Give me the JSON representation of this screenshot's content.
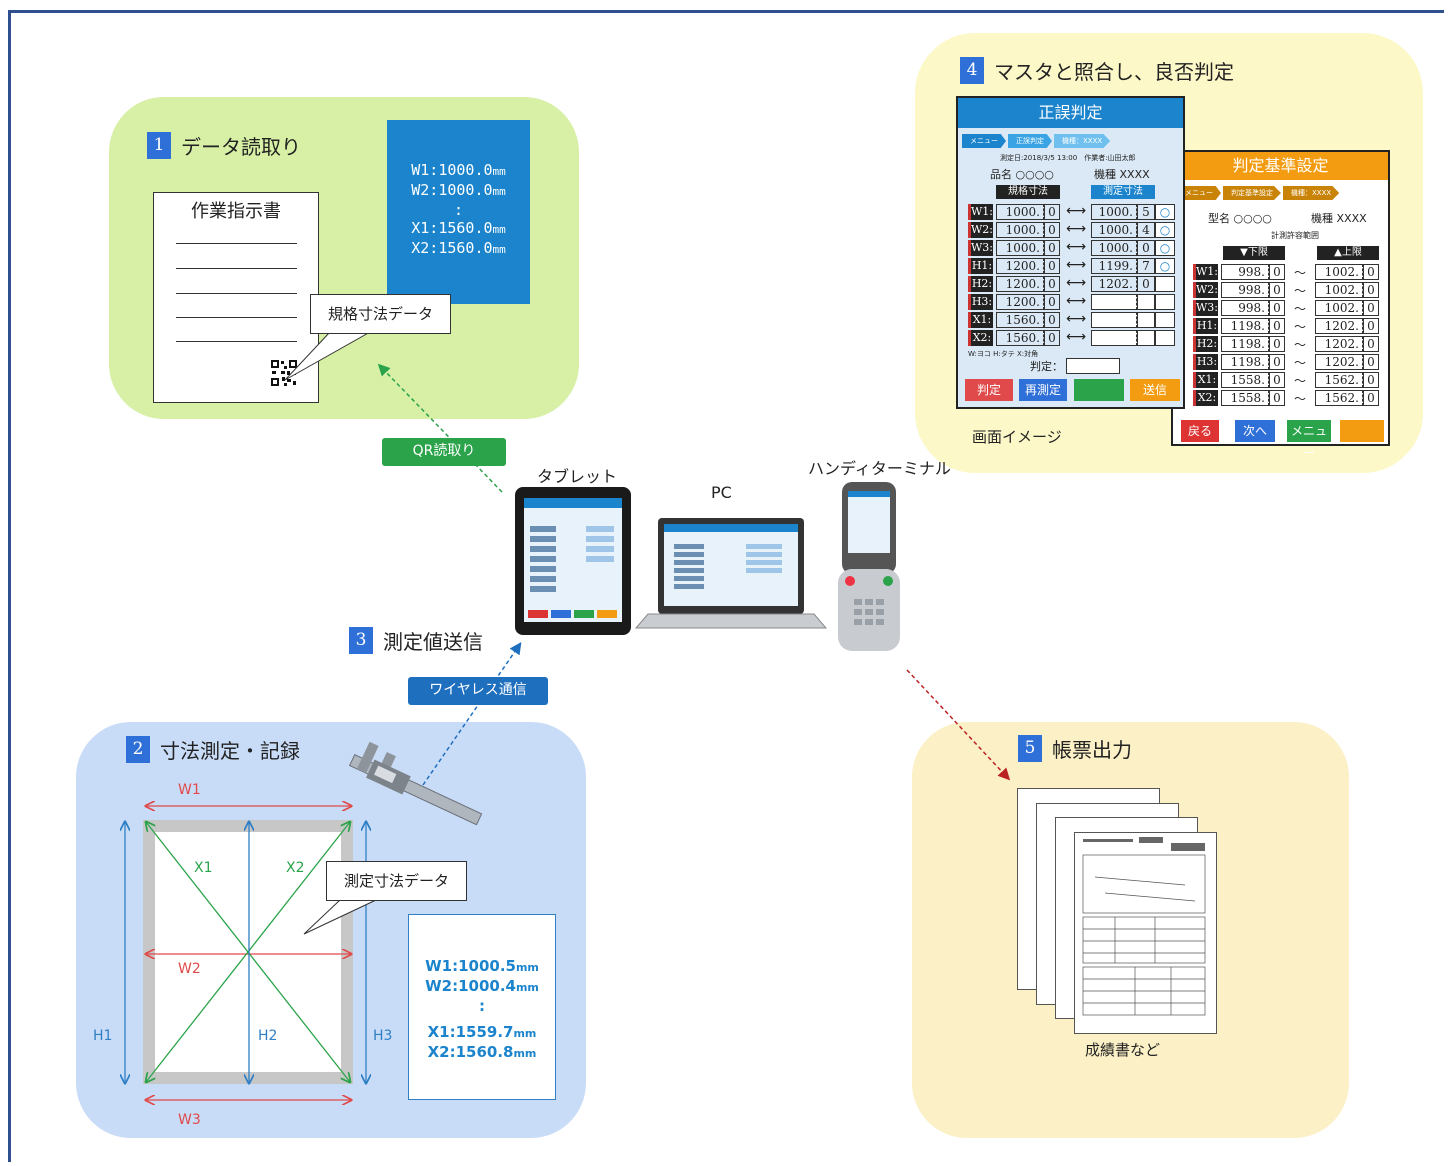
{
  "steps": {
    "s1": {
      "num": "1",
      "title": "データ読取り"
    },
    "s2": {
      "num": "2",
      "title": "寸法測定・記録"
    },
    "s3": {
      "num": "3",
      "title": "測定値送信"
    },
    "s4": {
      "num": "4",
      "title": "マスタと照合し、良否判定"
    },
    "s5": {
      "num": "5",
      "title": "帳票出力"
    }
  },
  "doc": {
    "title": "作業指示書"
  },
  "spec_box": {
    "w1": "W1:1000.0",
    "w2": "W2:1000.0",
    "dots": ":",
    "x1": "X1:1560.0",
    "x2": "X2:1560.0",
    "unit": "mm"
  },
  "callouts": {
    "spec_data": "規格寸法データ",
    "measured_data": "測定寸法データ"
  },
  "tags": {
    "qr": "QR読取り",
    "wireless": "ワイヤレス通信"
  },
  "devices": {
    "tablet": "タブレット",
    "pc": "PC",
    "handy": "ハンディターミナル"
  },
  "measured_box": {
    "w1": "W1:1000.5",
    "w2": "W2:1000.4",
    "dots": ":",
    "x1": "X1:1559.7",
    "x2": "X2:1560.8",
    "unit": "mm"
  },
  "dims": {
    "w1": "W1",
    "w2": "W2",
    "w3": "W3",
    "x1": "X1",
    "x2": "X2",
    "h1": "H1",
    "h2": "H2",
    "h3": "H3"
  },
  "screen_judge": {
    "title": "正誤判定",
    "crumbs": [
      "メニュー",
      "正誤判定",
      "機種：XXXX"
    ],
    "meta": "測定日:2018/3/5 13:00　作業者:山田太郎",
    "product": "品名 ○○○○",
    "model": "機種 XXXX",
    "col_spec": "規格寸法",
    "col_meas": "測定寸法",
    "rows": [
      {
        "label": "W1:",
        "spec": "1000.",
        "spec_dec": "0",
        "meas": "1000.",
        "meas_dec": "5",
        "mark": "○"
      },
      {
        "label": "W2:",
        "spec": "1000.",
        "spec_dec": "0",
        "meas": "1000.",
        "meas_dec": "4",
        "mark": "○"
      },
      {
        "label": "W3:",
        "spec": "1000.",
        "spec_dec": "0",
        "meas": "1000.",
        "meas_dec": "0",
        "mark": "○"
      },
      {
        "label": "H1:",
        "spec": "1200.",
        "spec_dec": "0",
        "meas": "1199.",
        "meas_dec": "7",
        "mark": "○"
      },
      {
        "label": "H2:",
        "spec": "1200.",
        "spec_dec": "0",
        "meas": "1202.",
        "meas_dec": "0",
        "mark": ""
      },
      {
        "label": "H3:",
        "spec": "1200.",
        "spec_dec": "0",
        "meas": "",
        "meas_dec": "",
        "mark": ""
      },
      {
        "label": "X1:",
        "spec": "1560.",
        "spec_dec": "0",
        "meas": "",
        "meas_dec": "",
        "mark": ""
      },
      {
        "label": "X2:",
        "spec": "1560.",
        "spec_dec": "0",
        "meas": "",
        "meas_dec": "",
        "mark": ""
      }
    ],
    "arrow": "⟷",
    "legend": "W:ヨコ H:タテ X:対角",
    "judge_label": "判定：",
    "buttons": [
      "判定",
      "再測定",
      "",
      "送信"
    ]
  },
  "screen_criteria": {
    "title": "判定基準設定",
    "crumbs": [
      "メニュー",
      "判定基準設定",
      "機種：XXXX"
    ],
    "model_name": "型名 ○○○○",
    "model": "機種 XXXX",
    "range_label": "計測許容範囲",
    "col_low": "▼下限",
    "col_high": "▲上限",
    "tilde": "～",
    "rows": [
      {
        "label": "W1:",
        "low": "998.",
        "low_dec": "0",
        "high": "1002.",
        "high_dec": "0"
      },
      {
        "label": "W2:",
        "low": "998.",
        "low_dec": "0",
        "high": "1002.",
        "high_dec": "0"
      },
      {
        "label": "W3:",
        "low": "998.",
        "low_dec": "0",
        "high": "1002.",
        "high_dec": "0"
      },
      {
        "label": "H1:",
        "low": "1198.",
        "low_dec": "0",
        "high": "1202.",
        "high_dec": "0"
      },
      {
        "label": "H2:",
        "low": "1198.",
        "low_dec": "0",
        "high": "1202.",
        "high_dec": "0"
      },
      {
        "label": "H3:",
        "low": "1198.",
        "low_dec": "0",
        "high": "1202.",
        "high_dec": "0"
      },
      {
        "label": "X1:",
        "low": "1558.",
        "low_dec": "0",
        "high": "1562.",
        "high_dec": "0"
      },
      {
        "label": "X2:",
        "low": "1558.",
        "low_dec": "0",
        "high": "1562.",
        "high_dec": "0"
      }
    ],
    "buttons": [
      "戻る",
      "次へ",
      "メニュー",
      ""
    ]
  },
  "screen_image_label": "画面イメージ",
  "report_label": "成績書など",
  "colors": {
    "frame": "#2f4f8f",
    "step_num": "#2f6fd8",
    "dim_red": "#e04a4a",
    "dim_green": "#2aa34a",
    "dim_blue": "#2f7fc4",
    "qr_tag": "#2aa34a",
    "wireless_tag": "#1f6fbf"
  }
}
